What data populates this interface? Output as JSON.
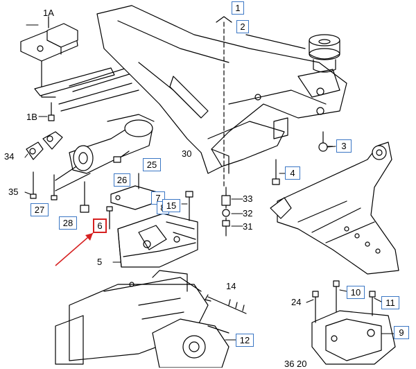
{
  "diagram": {
    "callouts": [
      {
        "id": "c1",
        "text": "1",
        "boxed": true
      },
      {
        "id": "c1A",
        "text": "1A",
        "boxed": false
      },
      {
        "id": "c1B",
        "text": "1B",
        "boxed": false
      },
      {
        "id": "c2",
        "text": "2",
        "boxed": true
      },
      {
        "id": "c3",
        "text": "3",
        "boxed": true
      },
      {
        "id": "c4",
        "text": "4",
        "boxed": true
      },
      {
        "id": "c5",
        "text": "5",
        "boxed": false
      },
      {
        "id": "c6",
        "text": "6",
        "boxed": true,
        "highlighted": true
      },
      {
        "id": "c7",
        "text": "7",
        "boxed": true
      },
      {
        "id": "c8",
        "text": "8",
        "boxed": true
      },
      {
        "id": "c9",
        "text": "9",
        "boxed": true
      },
      {
        "id": "c10",
        "text": "10",
        "boxed": true
      },
      {
        "id": "c11",
        "text": "11",
        "boxed": true
      },
      {
        "id": "c12",
        "text": "12",
        "boxed": true
      },
      {
        "id": "c14",
        "text": "14",
        "boxed": false
      },
      {
        "id": "c15",
        "text": "15",
        "boxed": true
      },
      {
        "id": "c24",
        "text": "24",
        "boxed": false
      },
      {
        "id": "c25",
        "text": "25",
        "boxed": true
      },
      {
        "id": "c26",
        "text": "26",
        "boxed": true
      },
      {
        "id": "c27",
        "text": "27",
        "boxed": true
      },
      {
        "id": "c28",
        "text": "28",
        "boxed": true
      },
      {
        "id": "c30",
        "text": "30",
        "boxed": false
      },
      {
        "id": "c31",
        "text": "31",
        "boxed": false
      },
      {
        "id": "c32",
        "text": "32",
        "boxed": false
      },
      {
        "id": "c33",
        "text": "33",
        "boxed": false
      },
      {
        "id": "c34",
        "text": "34",
        "boxed": false
      },
      {
        "id": "c35",
        "text": "35",
        "boxed": false
      },
      {
        "id": "c36",
        "text": "36",
        "boxed": false
      },
      {
        "id": "c20",
        "text": "20",
        "boxed": false
      }
    ],
    "colors": {
      "line": "#000000",
      "callout_border": "#3a76c4",
      "highlight": "#d62020",
      "background": "#ffffff"
    }
  }
}
